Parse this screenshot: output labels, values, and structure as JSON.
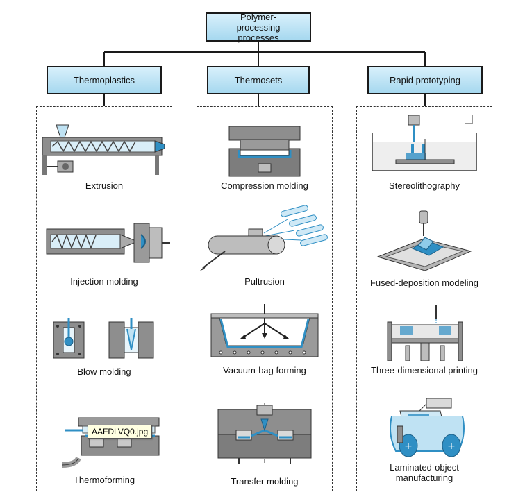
{
  "root": {
    "title": "Polymer-processing processes"
  },
  "columns": [
    {
      "title": "Thermoplastics",
      "items": [
        {
          "label": "Extrusion",
          "icon": "extrusion-icon"
        },
        {
          "label": "Injection molding",
          "icon": "injection-molding-icon"
        },
        {
          "label": "Blow molding",
          "icon": "blow-molding-icon"
        },
        {
          "label": "Thermoforming",
          "icon": "thermoforming-icon"
        }
      ]
    },
    {
      "title": "Thermosets",
      "items": [
        {
          "label": "Compression molding",
          "icon": "compression-molding-icon"
        },
        {
          "label": "Pultrusion",
          "icon": "pultrusion-icon"
        },
        {
          "label": "Vacuum-bag forming",
          "icon": "vacuum-bag-forming-icon"
        },
        {
          "label": "Transfer molding",
          "icon": "transfer-molding-icon"
        }
      ]
    },
    {
      "title": "Rapid prototyping",
      "items": [
        {
          "label": "Stereolithography",
          "icon": "stereolithography-icon"
        },
        {
          "label": "Fused-deposition modeling",
          "icon": "fused-deposition-modeling-icon"
        },
        {
          "label": "Three-dimensional printing",
          "icon": "three-dimensional-printing-icon"
        },
        {
          "label": "Laminated-object\nmanufacturing",
          "icon": "laminated-object-manufacturing-icon"
        }
      ]
    }
  ],
  "tooltip": {
    "text": "AAFDLVQ0.jpg"
  },
  "colors": {
    "header_fill_top": "#d8f0fb",
    "header_fill_bottom": "#a6d8ef",
    "accent_blue": "#2f8fc4",
    "machine_gray": "#8a8a8a"
  }
}
